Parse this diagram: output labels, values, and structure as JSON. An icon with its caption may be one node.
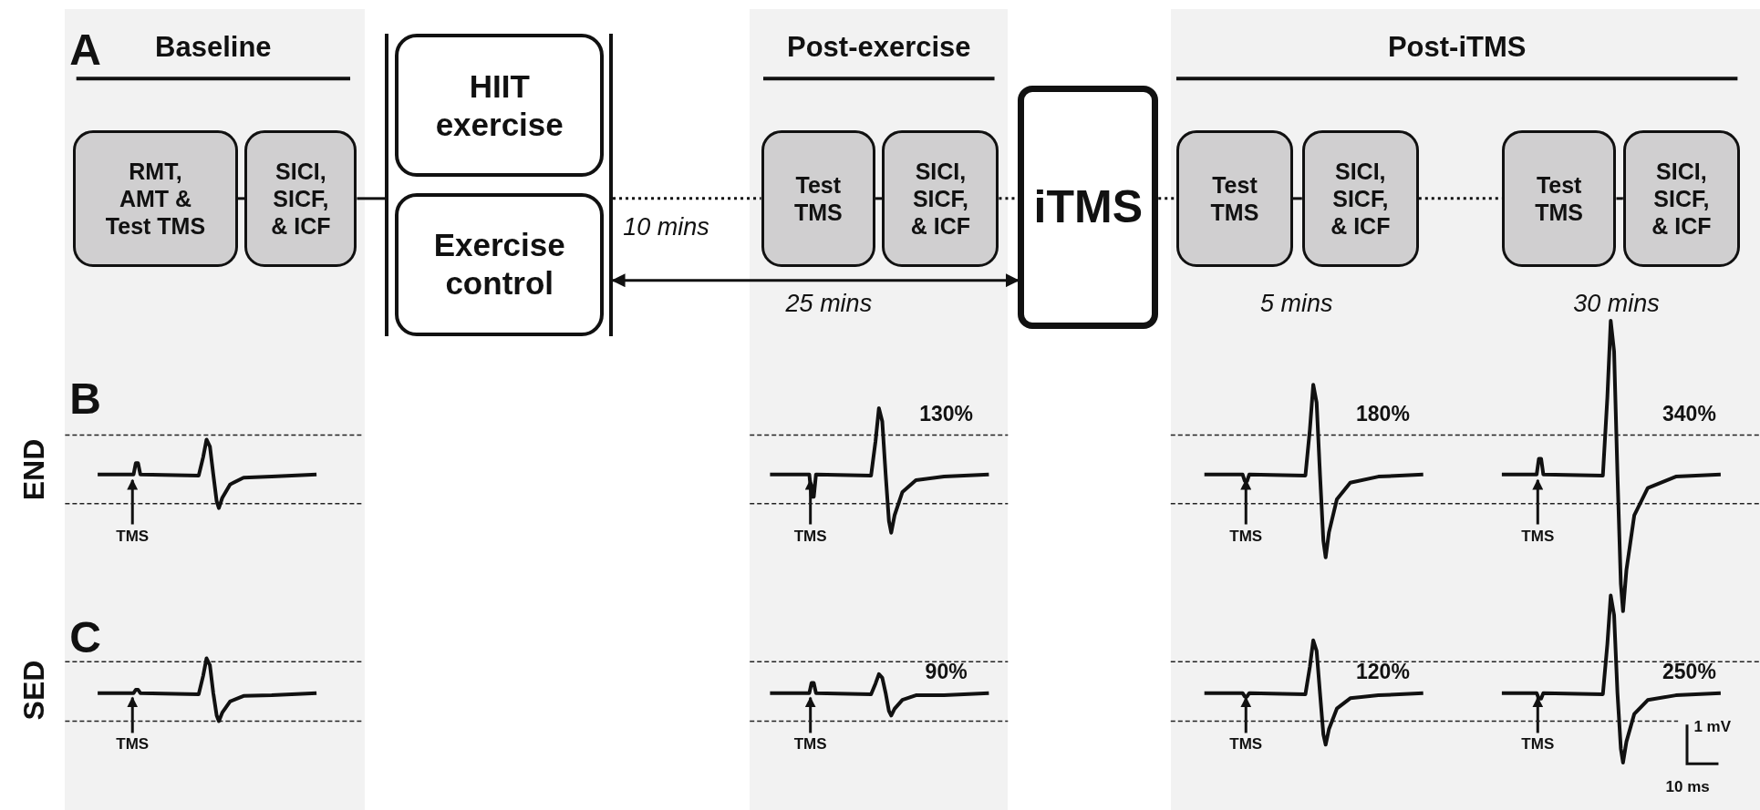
{
  "diagram": {
    "nodes": [
      {
        "text": [
          "RMT, AMT & Test TMS"
        ]
      },
      {
        "text": [
          "SICI, SICF, & ICF"
        ]
      },
      {
        "text": [],
        "shape": "bracket"
      },
      {
        "text": [
          "HIIT exercise"
        ],
        "in": 2
      },
      {
        "text": [
          "Exercise control"
        ],
        "in": 2
      },
      {
        "text": [
          "Test TMS"
        ]
      },
      {
        "text": [
          "SICI, SICF, & ICF"
        ]
      },
      {
        "text": [
          "iTMS"
        ]
      },
      {
        "text": [
          "Test TMS"
        ]
      },
      {
        "text": [
          "SICI, SICF, & ICF"
        ]
      },
      {
        "text": [
          "Test TMS"
        ]
      },
      {
        "text": [
          "SICI, SICF, & ICF"
        ]
      }
    ],
    "edges": [
      {
        "from": 0,
        "to": 1,
        "arrow": "none"
      },
      {
        "from": 1,
        "to": 2,
        "arrow": "none"
      },
      {
        "from": 2,
        "to": 5,
        "arrow": "none",
        "style": "dashed",
        "label": "10 mins"
      },
      {
        "from": 5,
        "to": 6,
        "arrow": "none"
      },
      {
        "from": 6,
        "to": 7,
        "arrow": "none",
        "style": "dashed"
      },
      {
        "from": 7,
        "to": 8,
        "arrow": "none",
        "style": "dashed"
      },
      {
        "from": 8,
        "to": 9,
        "arrow": "none"
      },
      {
        "from": 9,
        "to": 10,
        "arrow": "none",
        "style": "dashed"
      },
      {
        "from": 10,
        "to": 11,
        "arrow": "none"
      },
      {
        "from": 2,
        "to": 7,
        "arrow": "both",
        "label": "25 mins"
      }
    ],
    "labels": [
      "A",
      "Baseline",
      "Post-exercise",
      "Post-iTMS",
      "5 mins",
      "30 mins",
      "B",
      "END",
      "TMS",
      "130%",
      "TMS",
      "180%",
      "TMS",
      "340%",
      "TMS",
      "C",
      "SED",
      "TMS",
      "90%",
      "TMS",
      "120%",
      "TMS",
      "250%",
      "TMS",
      "1 mV",
      "10 ms"
    ]
  }
}
